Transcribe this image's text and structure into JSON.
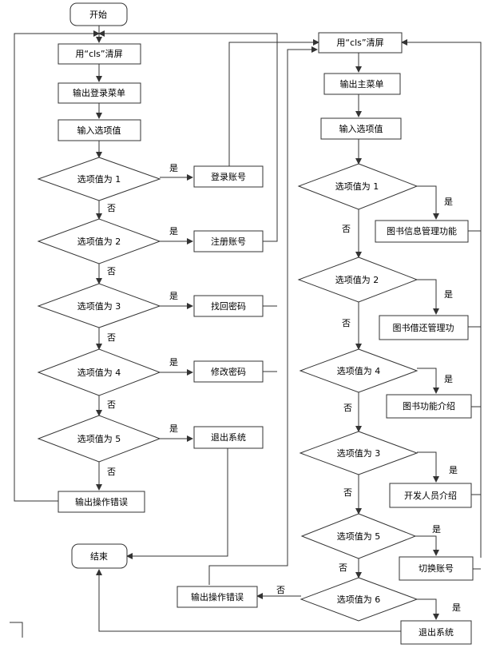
{
  "login_flow": {
    "start": "开始",
    "clear_screen": "用“cls”清屏",
    "output_menu": "输出登录菜单",
    "input_option": "输入选项值",
    "decisions": [
      "选项值为 1",
      "选项值为 2",
      "选项值为 3",
      "选项值为 4",
      "选项值为 5"
    ],
    "actions": [
      "登录账号",
      "注册账号",
      "找回密码",
      "修改密码",
      "退出系统"
    ],
    "error": "输出操作错误",
    "end": "结束"
  },
  "main_flow": {
    "clear_screen": "用“cls”清屏",
    "output_menu": "输出主菜单",
    "input_option": "输入选项值",
    "decisions": [
      "选项值为 1",
      "选项值为 2",
      "选项值为 4",
      "选项值为 3",
      "选项值为 5",
      "选项值为 6"
    ],
    "actions": [
      "图书信息管理功能",
      "图书借还管理功",
      "图书功能介绍",
      "开发人员介绍",
      "切换账号",
      "退出系统"
    ],
    "error": "输出操作错误"
  },
  "labels": {
    "yes": "是",
    "no": "否"
  },
  "colors": {
    "stroke": "#333333",
    "fill": "#ffffff",
    "text": "#000000"
  }
}
